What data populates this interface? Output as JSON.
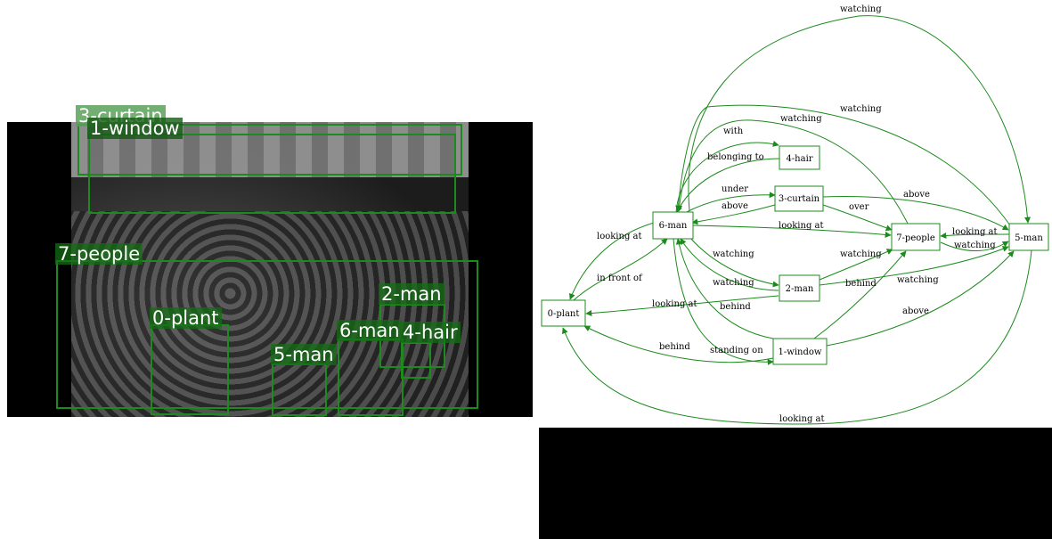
{
  "image_panel": {
    "boxes": [
      {
        "id": "3-curtain",
        "label": "3-curtain"
      },
      {
        "id": "1-window",
        "label": "1-window"
      },
      {
        "id": "7-people",
        "label": "7-people"
      },
      {
        "id": "2-man",
        "label": "2-man"
      },
      {
        "id": "0-plant",
        "label": "0-plant"
      },
      {
        "id": "6-man",
        "label": "6-man"
      },
      {
        "id": "4-hair",
        "label": "4-hair"
      },
      {
        "id": "5-man",
        "label": "5-man"
      }
    ]
  },
  "graph": {
    "nodes": [
      {
        "id": "4-hair",
        "label": "4-hair"
      },
      {
        "id": "3-curtain",
        "label": "3-curtain"
      },
      {
        "id": "6-man",
        "label": "6-man"
      },
      {
        "id": "7-people",
        "label": "7-people"
      },
      {
        "id": "5-man",
        "label": "5-man"
      },
      {
        "id": "2-man",
        "label": "2-man"
      },
      {
        "id": "0-plant",
        "label": "0-plant"
      },
      {
        "id": "1-window",
        "label": "1-window"
      }
    ],
    "edges": [
      {
        "from": "6-man",
        "to": "5-man",
        "label": "watching"
      },
      {
        "from": "5-man",
        "to": "6-man",
        "label": "watching"
      },
      {
        "from": "7-people",
        "to": "6-man",
        "label": "watching"
      },
      {
        "from": "6-man",
        "to": "4-hair",
        "label": "with"
      },
      {
        "from": "4-hair",
        "to": "6-man",
        "label": "belonging to"
      },
      {
        "from": "6-man",
        "to": "3-curtain",
        "label": "under"
      },
      {
        "from": "3-curtain",
        "to": "6-man",
        "label": "above"
      },
      {
        "from": "3-curtain",
        "to": "5-man",
        "label": "above"
      },
      {
        "from": "3-curtain",
        "to": "7-people",
        "label": "over"
      },
      {
        "from": "6-man",
        "to": "7-people",
        "label": "looking at"
      },
      {
        "from": "6-man",
        "to": "0-plant",
        "label": "looking at"
      },
      {
        "from": "5-man",
        "to": "7-people",
        "label": "looking at"
      },
      {
        "from": "7-people",
        "to": "5-man",
        "label": "watching"
      },
      {
        "from": "6-man",
        "to": "2-man",
        "label": "watching"
      },
      {
        "from": "2-man",
        "to": "6-man",
        "label": "watching"
      },
      {
        "from": "2-man",
        "to": "7-people",
        "label": "watching"
      },
      {
        "from": "2-man",
        "to": "5-man",
        "label": "watching"
      },
      {
        "from": "0-plant",
        "to": "6-man",
        "label": "in front of"
      },
      {
        "from": "2-man",
        "to": "0-plant",
        "label": "looking at"
      },
      {
        "from": "1-window",
        "to": "6-man",
        "label": "behind"
      },
      {
        "from": "1-window",
        "to": "7-people",
        "label": "behind"
      },
      {
        "from": "1-window",
        "to": "0-plant",
        "label": "behind"
      },
      {
        "from": "6-man",
        "to": "1-window",
        "label": "standing on"
      },
      {
        "from": "1-window",
        "to": "5-man",
        "label": "above"
      },
      {
        "from": "5-man",
        "to": "0-plant",
        "label": "looking at"
      }
    ]
  }
}
